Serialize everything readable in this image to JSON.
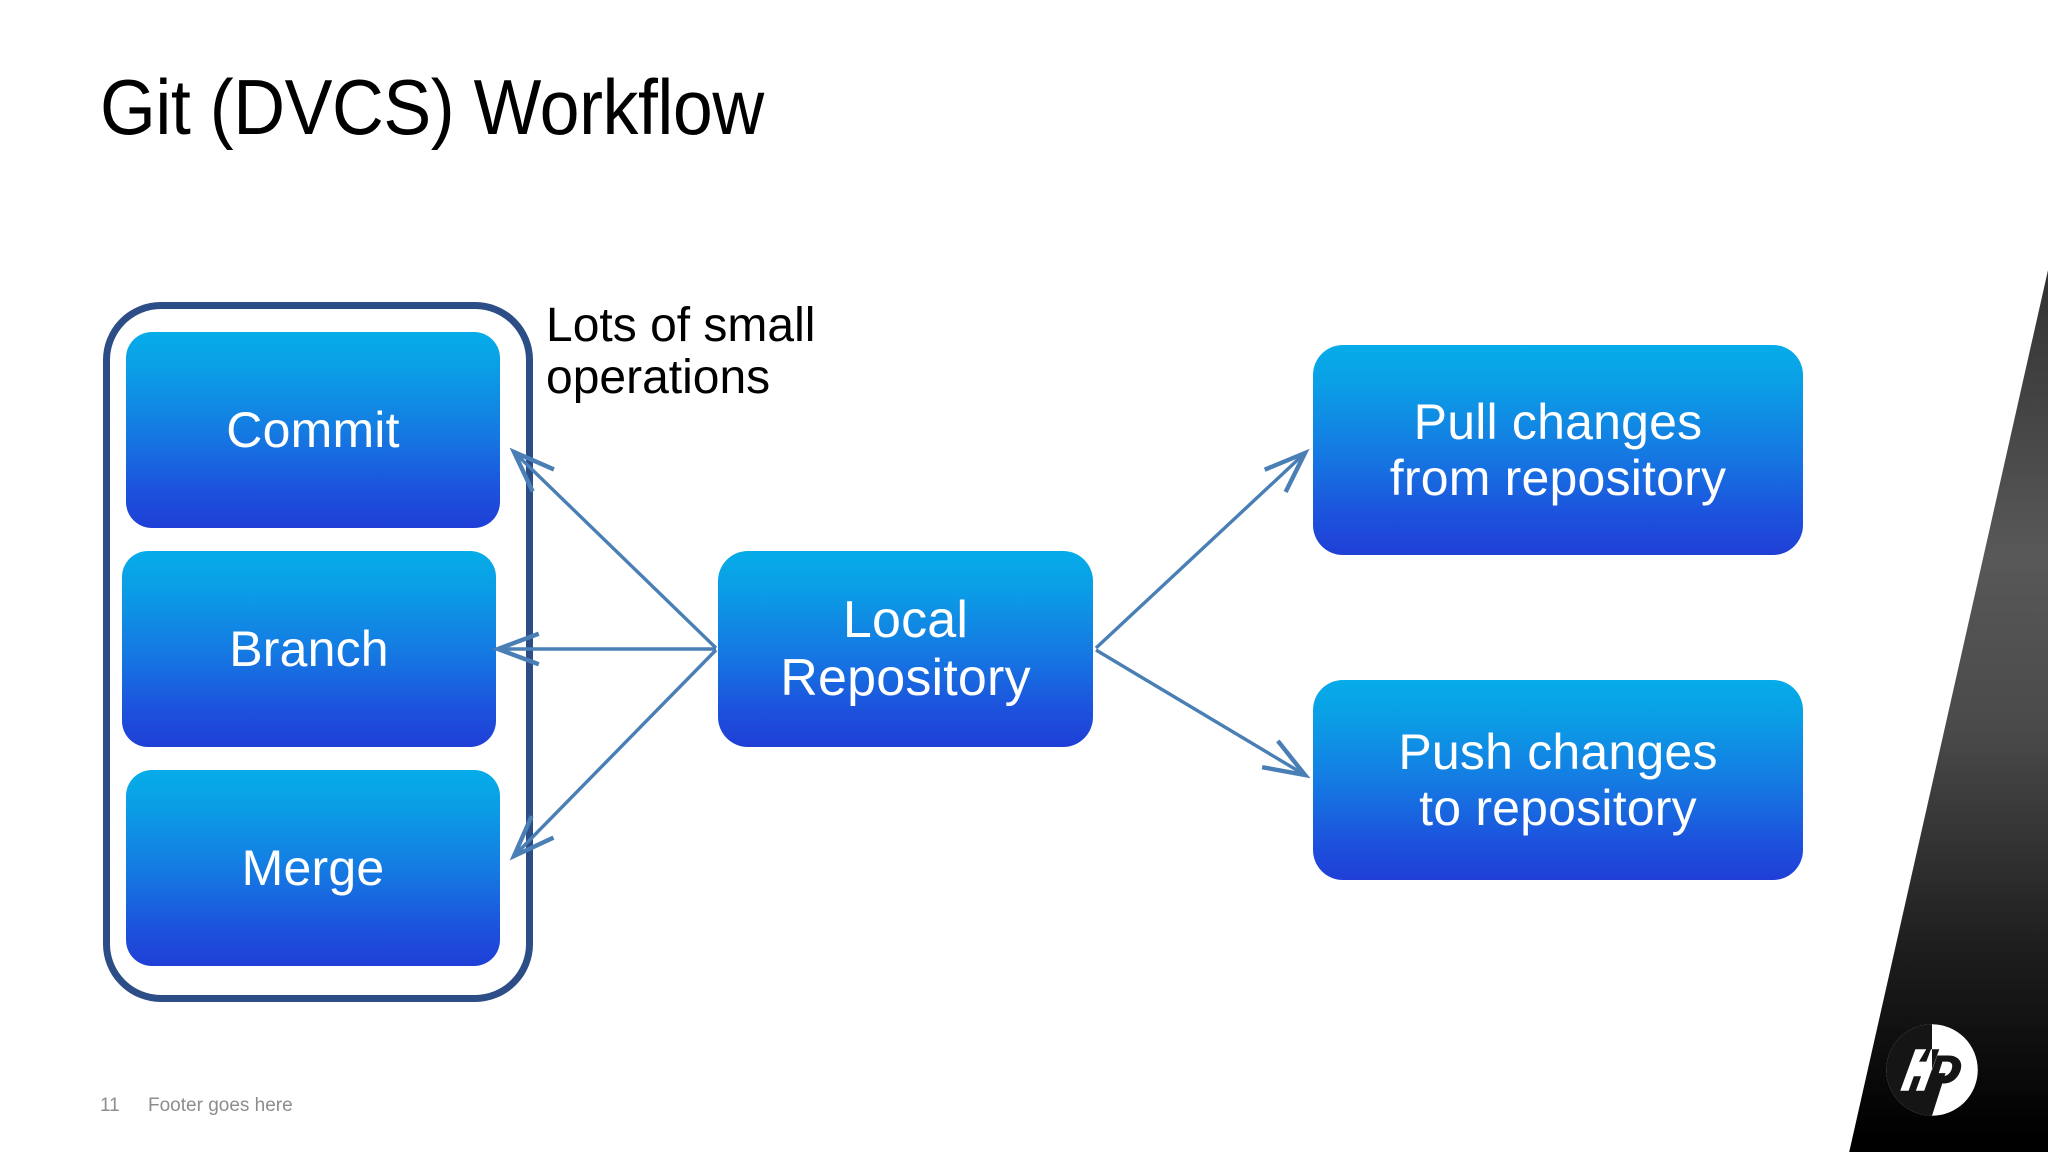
{
  "slide": {
    "title": "Git (DVCS) Workflow",
    "page_number": "11",
    "footer_text": "Footer goes here",
    "logo": "hp-logo"
  },
  "colors": {
    "box_gradient_top": "#06ACE8",
    "box_gradient_bottom": "#1F3FD6",
    "group_border": "#2C4D86",
    "arrow": "#4A7FB5",
    "title_text": "#000000",
    "box_text": "#FFFFFF",
    "footer_text": "#8D8D8D",
    "corner_band_dark": "#000000",
    "corner_band_light": "#585858"
  },
  "diagram": {
    "local_group": {
      "name": "local-operations-group",
      "items": [
        {
          "id": "commit",
          "label": "Commit"
        },
        {
          "id": "branch",
          "label": "Branch"
        },
        {
          "id": "merge",
          "label": "Merge"
        }
      ]
    },
    "note": {
      "line1": "Lots of small",
      "line2": "operations"
    },
    "center": {
      "id": "local-repository",
      "line1": "Local",
      "line2": "Repository"
    },
    "remote": [
      {
        "id": "pull",
        "line1": "Pull changes",
        "line2": "from repository"
      },
      {
        "id": "push",
        "line1": "Push changes",
        "line2": "to repository"
      }
    ],
    "arrows": [
      {
        "id": "repo-to-commit",
        "from": "local-repository",
        "to": "commit",
        "direction": "left-up"
      },
      {
        "id": "repo-to-branch",
        "from": "local-repository",
        "to": "branch",
        "direction": "left"
      },
      {
        "id": "repo-to-merge",
        "from": "local-repository",
        "to": "merge",
        "direction": "left-down"
      },
      {
        "id": "repo-to-pull",
        "from": "local-repository",
        "to": "pull",
        "direction": "right-up"
      },
      {
        "id": "repo-to-push",
        "from": "local-repository",
        "to": "push",
        "direction": "right-down"
      }
    ]
  }
}
